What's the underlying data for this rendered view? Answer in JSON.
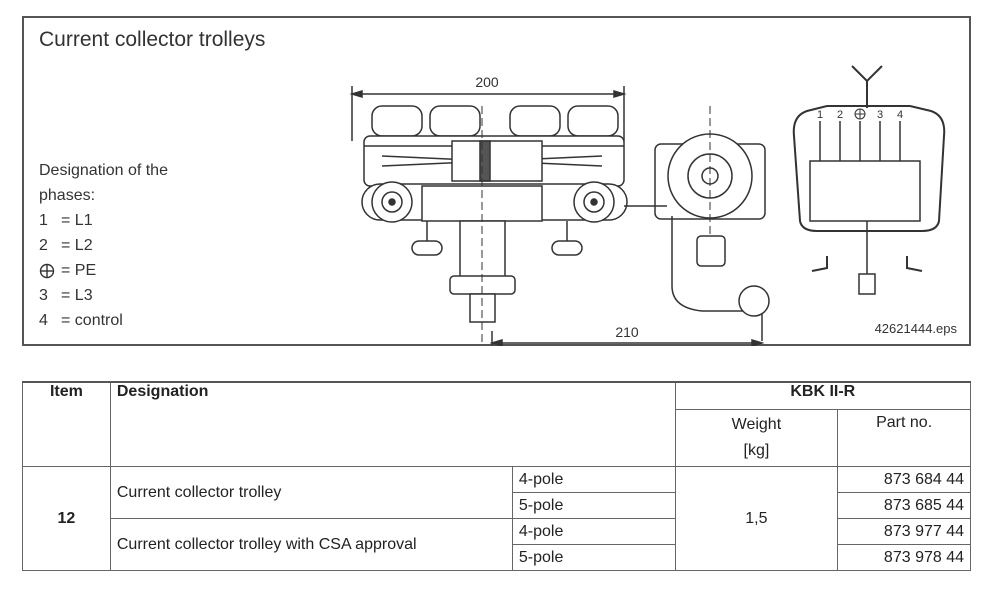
{
  "figure": {
    "title": "Current collector trolleys",
    "legend": {
      "heading": "Designation of the phases:",
      "items": [
        {
          "num": "1",
          "value": "= L1"
        },
        {
          "num": "2",
          "value": "= L2"
        },
        {
          "num": "",
          "value": "= PE"
        },
        {
          "num": "3",
          "value": "= L3"
        },
        {
          "num": "4",
          "value": "= control"
        }
      ]
    },
    "dim_top": "200",
    "dim_bottom": "210",
    "phase_labels": [
      "1",
      "2",
      "3",
      "4"
    ],
    "file_ref": "42621444.eps"
  },
  "table": {
    "headers": {
      "item": "Item",
      "designation": "Designation",
      "group": "KBK II-R",
      "weight": "Weight",
      "weight_unit": "[kg]",
      "part": "Part no."
    },
    "item": "12",
    "weight": "1,5",
    "rows": [
      {
        "designation": "Current collector trolley",
        "variants": [
          {
            "pole": "4-pole",
            "part": "873 684 44"
          },
          {
            "pole": "5-pole",
            "part": "873 685 44"
          }
        ]
      },
      {
        "designation": "Current collector trolley with CSA approval",
        "variants": [
          {
            "pole": "4-pole",
            "part": "873 977 44"
          },
          {
            "pole": "5-pole",
            "part": "873 978 44"
          }
        ]
      }
    ]
  }
}
